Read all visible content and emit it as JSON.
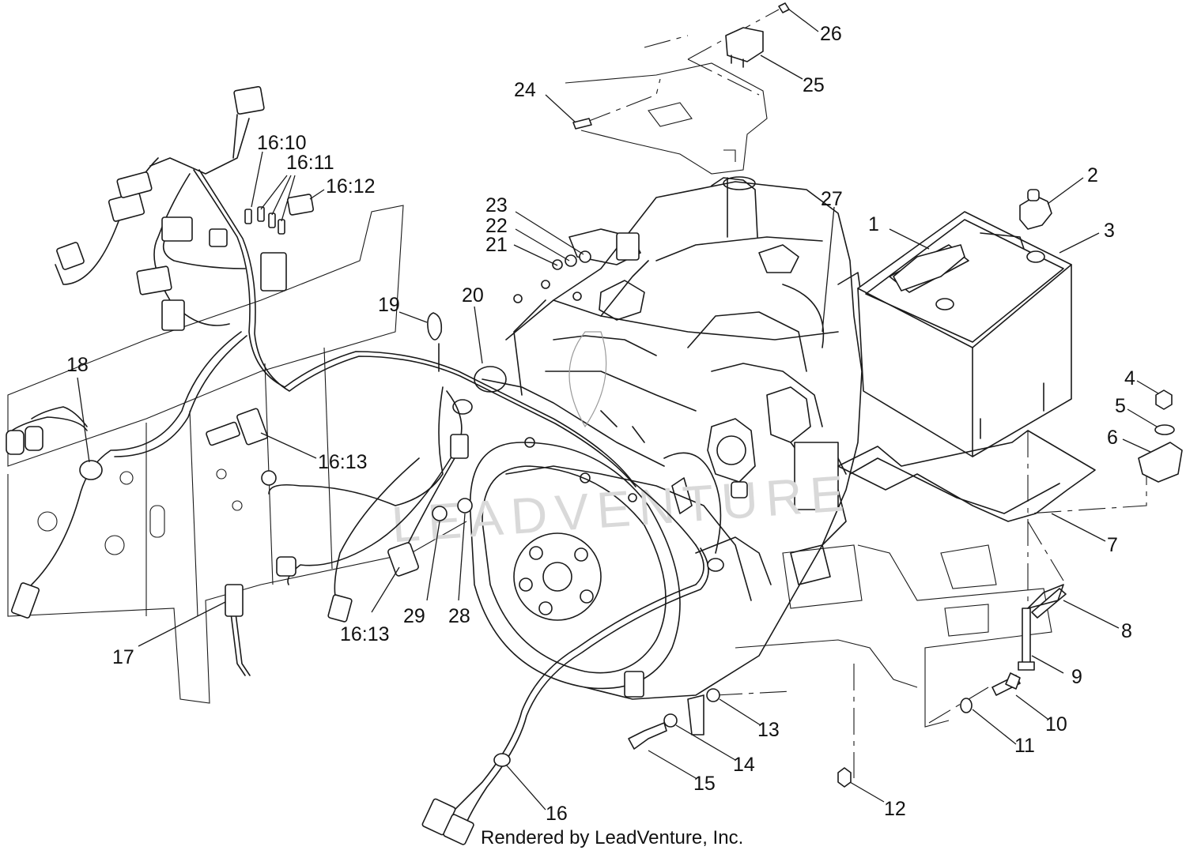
{
  "watermark": "LEADVENTURE",
  "credit": "Rendered by LeadVenture, Inc.",
  "callouts": [
    {
      "id": "c1",
      "label": "1"
    },
    {
      "id": "c2",
      "label": "2"
    },
    {
      "id": "c3",
      "label": "3"
    },
    {
      "id": "c4",
      "label": "4"
    },
    {
      "id": "c5",
      "label": "5"
    },
    {
      "id": "c6",
      "label": "6"
    },
    {
      "id": "c7",
      "label": "7"
    },
    {
      "id": "c8",
      "label": "8"
    },
    {
      "id": "c9",
      "label": "9"
    },
    {
      "id": "c10",
      "label": "10"
    },
    {
      "id": "c11",
      "label": "11"
    },
    {
      "id": "c12",
      "label": "12"
    },
    {
      "id": "c13",
      "label": "13"
    },
    {
      "id": "c14",
      "label": "14"
    },
    {
      "id": "c15",
      "label": "15"
    },
    {
      "id": "c16",
      "label": "16"
    },
    {
      "id": "c16_10",
      "label": "16:10"
    },
    {
      "id": "c16_11",
      "label": "16:11"
    },
    {
      "id": "c16_12",
      "label": "16:12"
    },
    {
      "id": "c16_13a",
      "label": "16:13"
    },
    {
      "id": "c16_13b",
      "label": "16:13"
    },
    {
      "id": "c17",
      "label": "17"
    },
    {
      "id": "c18",
      "label": "18"
    },
    {
      "id": "c19",
      "label": "19"
    },
    {
      "id": "c20",
      "label": "20"
    },
    {
      "id": "c21",
      "label": "21"
    },
    {
      "id": "c22",
      "label": "22"
    },
    {
      "id": "c23",
      "label": "23"
    },
    {
      "id": "c24",
      "label": "24"
    },
    {
      "id": "c25",
      "label": "25"
    },
    {
      "id": "c26",
      "label": "26"
    },
    {
      "id": "c27",
      "label": "27"
    },
    {
      "id": "c28",
      "label": "28"
    },
    {
      "id": "c29",
      "label": "29"
    }
  ]
}
